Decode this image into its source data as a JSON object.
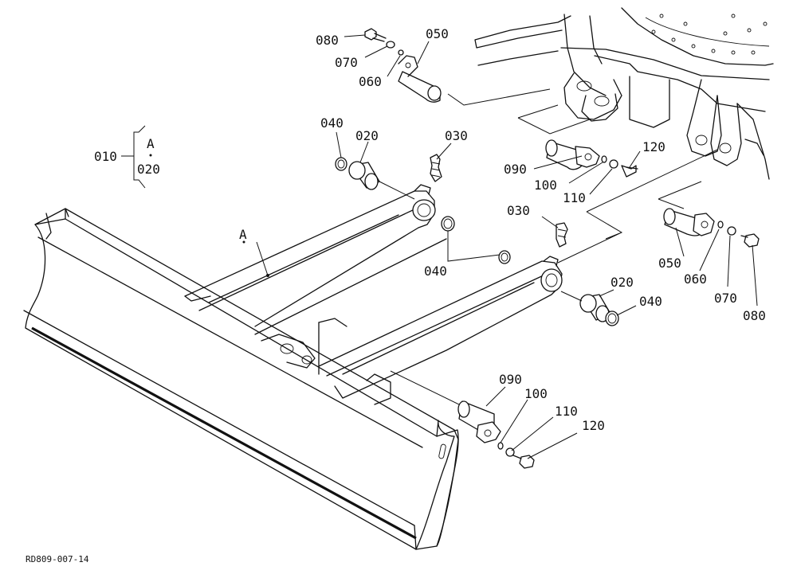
{
  "drawing_code": "RD809-007-14",
  "assembly": {
    "main": "010",
    "sub_ref": "A",
    "sub": "020"
  },
  "blade_label": "A",
  "parts": [
    {
      "id": "p080a",
      "label": "080"
    },
    {
      "id": "p070a",
      "label": "070"
    },
    {
      "id": "p060a",
      "label": "060"
    },
    {
      "id": "p050a",
      "label": "050"
    },
    {
      "id": "p040a",
      "label": "040"
    },
    {
      "id": "p020a",
      "label": "020"
    },
    {
      "id": "p030a",
      "label": "030"
    },
    {
      "id": "p120a",
      "label": "120"
    },
    {
      "id": "p090a",
      "label": "090"
    },
    {
      "id": "p100a",
      "label": "100"
    },
    {
      "id": "p110a",
      "label": "110"
    },
    {
      "id": "p030b",
      "label": "030"
    },
    {
      "id": "p040b",
      "label": "040"
    },
    {
      "id": "p050b",
      "label": "050"
    },
    {
      "id": "p060b",
      "label": "060"
    },
    {
      "id": "p070b",
      "label": "070"
    },
    {
      "id": "p080b",
      "label": "080"
    },
    {
      "id": "p020b",
      "label": "020"
    },
    {
      "id": "p040c",
      "label": "040"
    },
    {
      "id": "p090b",
      "label": "090"
    },
    {
      "id": "p100b",
      "label": "100"
    },
    {
      "id": "p110b",
      "label": "110"
    },
    {
      "id": "p120b",
      "label": "120"
    }
  ]
}
